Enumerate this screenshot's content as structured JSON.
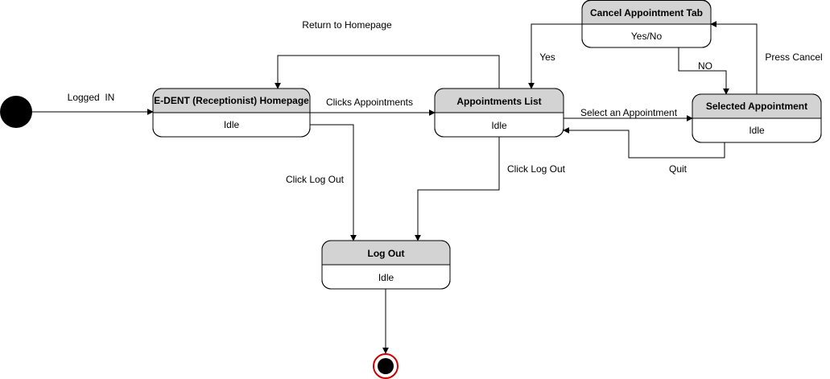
{
  "colors": {
    "state_header_fill": "#d3d3d3",
    "state_body_fill": "#ffffff",
    "stroke": "#000000",
    "final_state_ring": "#cc0000"
  },
  "states": {
    "homepage": {
      "title": "E-DENT (Receptionist) Homepage",
      "activity": "Idle"
    },
    "appointments_list": {
      "title": "Appointments List",
      "activity": "Idle"
    },
    "selected_appointment": {
      "title": "Selected Appointment",
      "activity": "Idle"
    },
    "cancel_tab": {
      "title": "Cancel Appointment Tab",
      "activity": "Yes/No"
    },
    "log_out": {
      "title": "Log Out",
      "activity": "Idle"
    }
  },
  "transitions": {
    "logged_in": "Logged  IN",
    "return_home": "Return to Homepage",
    "clicks_appointments": "Clicks Appointments",
    "select_appointment": "Select an Appointment",
    "quit": "Quit",
    "press_cancel": "Press Cancel",
    "yes": "Yes",
    "no": "NO",
    "logout_from_home": "Click Log Out",
    "logout_from_list": "Click Log Out"
  }
}
